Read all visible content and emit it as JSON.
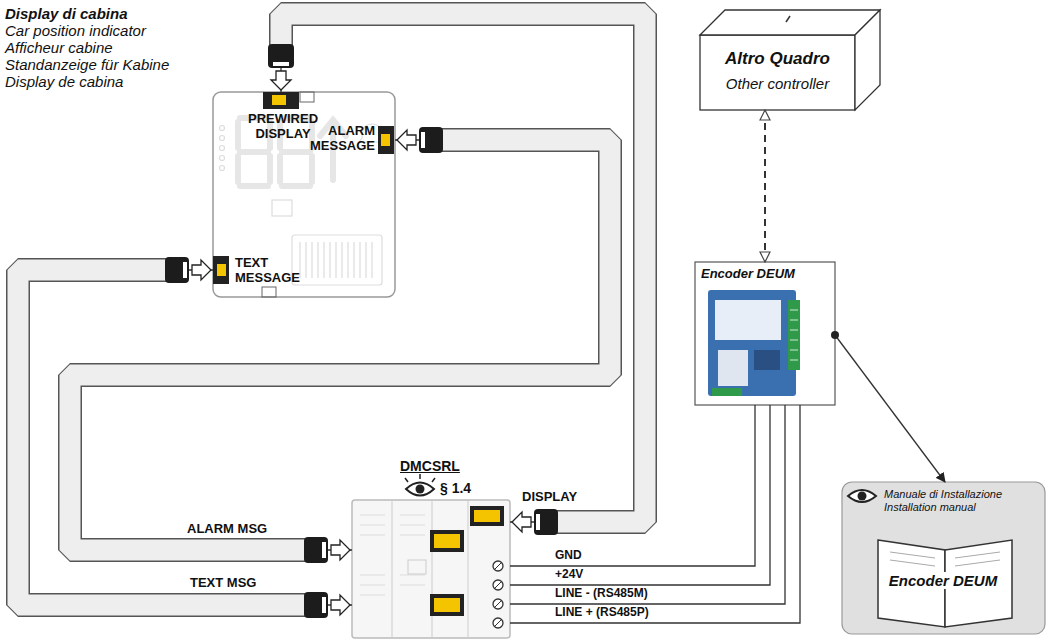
{
  "diagram": {
    "nodes": [
      {
        "text": [
          "Display di cabina",
          "Car position indicator",
          "Afficheur cabine",
          "Standanzeige für Kabine",
          "Display de cabina",
          "PREWIRED DISPLAY",
          "ALARM MESSAGE",
          "TEXT MESSAGE"
        ]
      },
      {
        "text": [
          "Altro Quadro",
          "Other controller"
        ]
      },
      {
        "text": [
          "Encoder DEUM"
        ]
      },
      {
        "text": [
          "DMCSRL",
          "§ 1.4"
        ]
      },
      {
        "text": [
          "Manuale di Installazione Installation manual",
          "Encoder DEUM"
        ]
      }
    ],
    "edges": [
      {
        "from": 3,
        "to": 0,
        "arrow": "both"
      },
      {
        "from": 3,
        "to": 0,
        "arrow": "both"
      },
      {
        "from": 3,
        "to": 0,
        "arrow": "both"
      },
      {
        "from": 3,
        "to": 2,
        "label": "GND",
        "arrow": "none"
      },
      {
        "from": 3,
        "to": 2,
        "label": "+24V",
        "arrow": "none"
      },
      {
        "from": 3,
        "to": 2,
        "label": "LINE - (RS485M)",
        "arrow": "none"
      },
      {
        "from": 3,
        "to": 2,
        "label": "LINE + (RS485P)",
        "arrow": "none"
      },
      {
        "from": 2,
        "to": 1,
        "arrow": "both"
      },
      {
        "from": 2,
        "to": 4,
        "arrow": "to"
      }
    ],
    "labels": [
      "ALARM MSG",
      "TEXT MSG",
      "DISPLAY"
    ]
  }
}
